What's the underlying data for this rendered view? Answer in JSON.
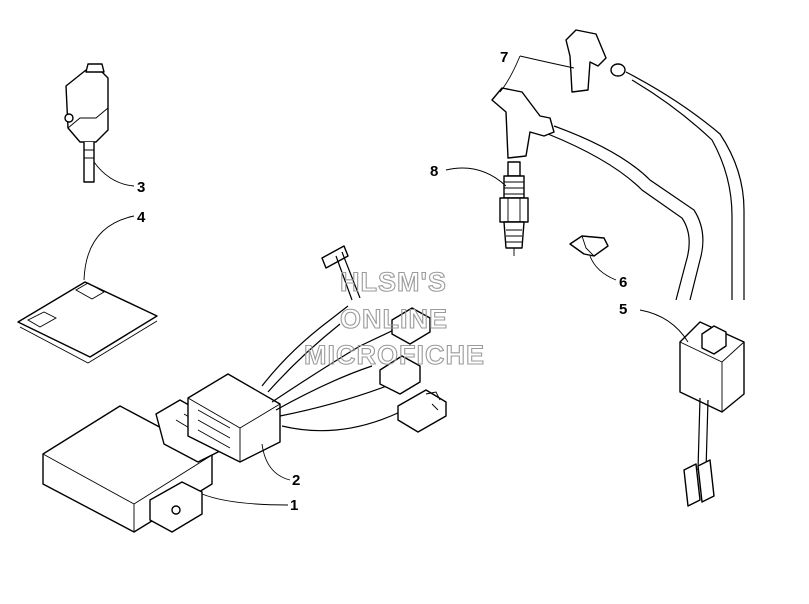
{
  "diagram": {
    "callouts": [
      {
        "id": "1",
        "label": "1"
      },
      {
        "id": "2",
        "label": "2"
      },
      {
        "id": "3",
        "label": "3"
      },
      {
        "id": "4",
        "label": "4"
      },
      {
        "id": "5",
        "label": "5"
      },
      {
        "id": "6",
        "label": "6"
      },
      {
        "id": "7",
        "label": "7"
      },
      {
        "id": "8",
        "label": "8"
      }
    ],
    "watermark": {
      "line1": "HLSM'S",
      "line2": "ONLINE",
      "line3": "MICROFICHE"
    }
  }
}
